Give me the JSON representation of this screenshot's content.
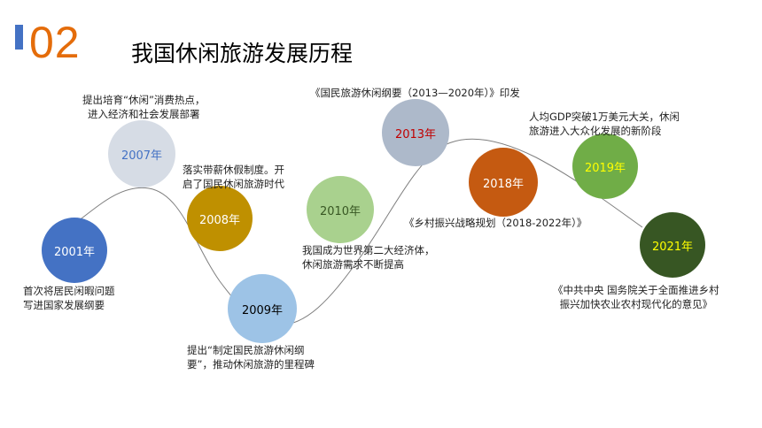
{
  "header": {
    "section_number": "02",
    "title": "我国休闲旅游发展历程"
  },
  "timeline": {
    "nodes": [
      {
        "year": "2001年",
        "fill": "#4472c4",
        "text_color": "#ffffff"
      },
      {
        "year": "2007年",
        "fill": "#d6dce5",
        "text_color": "#4472c4"
      },
      {
        "year": "2008年",
        "fill": "#bf9000",
        "text_color": "#ffffff"
      },
      {
        "year": "2009年",
        "fill": "#9dc3e6",
        "text_color": "#000000"
      },
      {
        "year": "2010年",
        "fill": "#a9d18e",
        "text_color": "#385723"
      },
      {
        "year": "2013年",
        "fill": "#adb9ca",
        "text_color": "#c00000"
      },
      {
        "year": "2018年",
        "fill": "#c55a11",
        "text_color": "#ffffff"
      },
      {
        "year": "2019年",
        "fill": "#70ad47",
        "text_color": "#ffff00"
      },
      {
        "year": "2021年",
        "fill": "#375623",
        "text_color": "#ffff00"
      }
    ],
    "notes": [
      {
        "lines": [
          "首次将居民闲暇问题",
          "写进国家发展纲要"
        ]
      },
      {
        "lines": [
          "提出培育“休闲”消费热点，",
          "进入经济和社会发展部署"
        ]
      },
      {
        "lines": [
          "落实带薪休假制度。开",
          "启了国民休闲旅游时代"
        ]
      },
      {
        "lines": [
          "提出“制定国民旅游休闲纲",
          "要”，推动休闲旅游的里程碑"
        ]
      },
      {
        "lines": [
          "我国成为世界第二大经济体，",
          "休闲旅游需求不断提高"
        ]
      },
      {
        "lines": [
          "《国民旅游休闲纲要（2013—2020年）》印发"
        ]
      },
      {
        "lines": [
          "《乡村振兴战略规划（2018-2022年）》"
        ]
      },
      {
        "lines": [
          "人均GDP突破1万美元大关，休闲",
          "旅游进入大众化发展的新阶段"
        ]
      },
      {
        "lines": [
          "《中共中央 国务院关于全面推进乡村",
          "振兴加快农业农村现代化的意见》"
        ]
      }
    ]
  }
}
